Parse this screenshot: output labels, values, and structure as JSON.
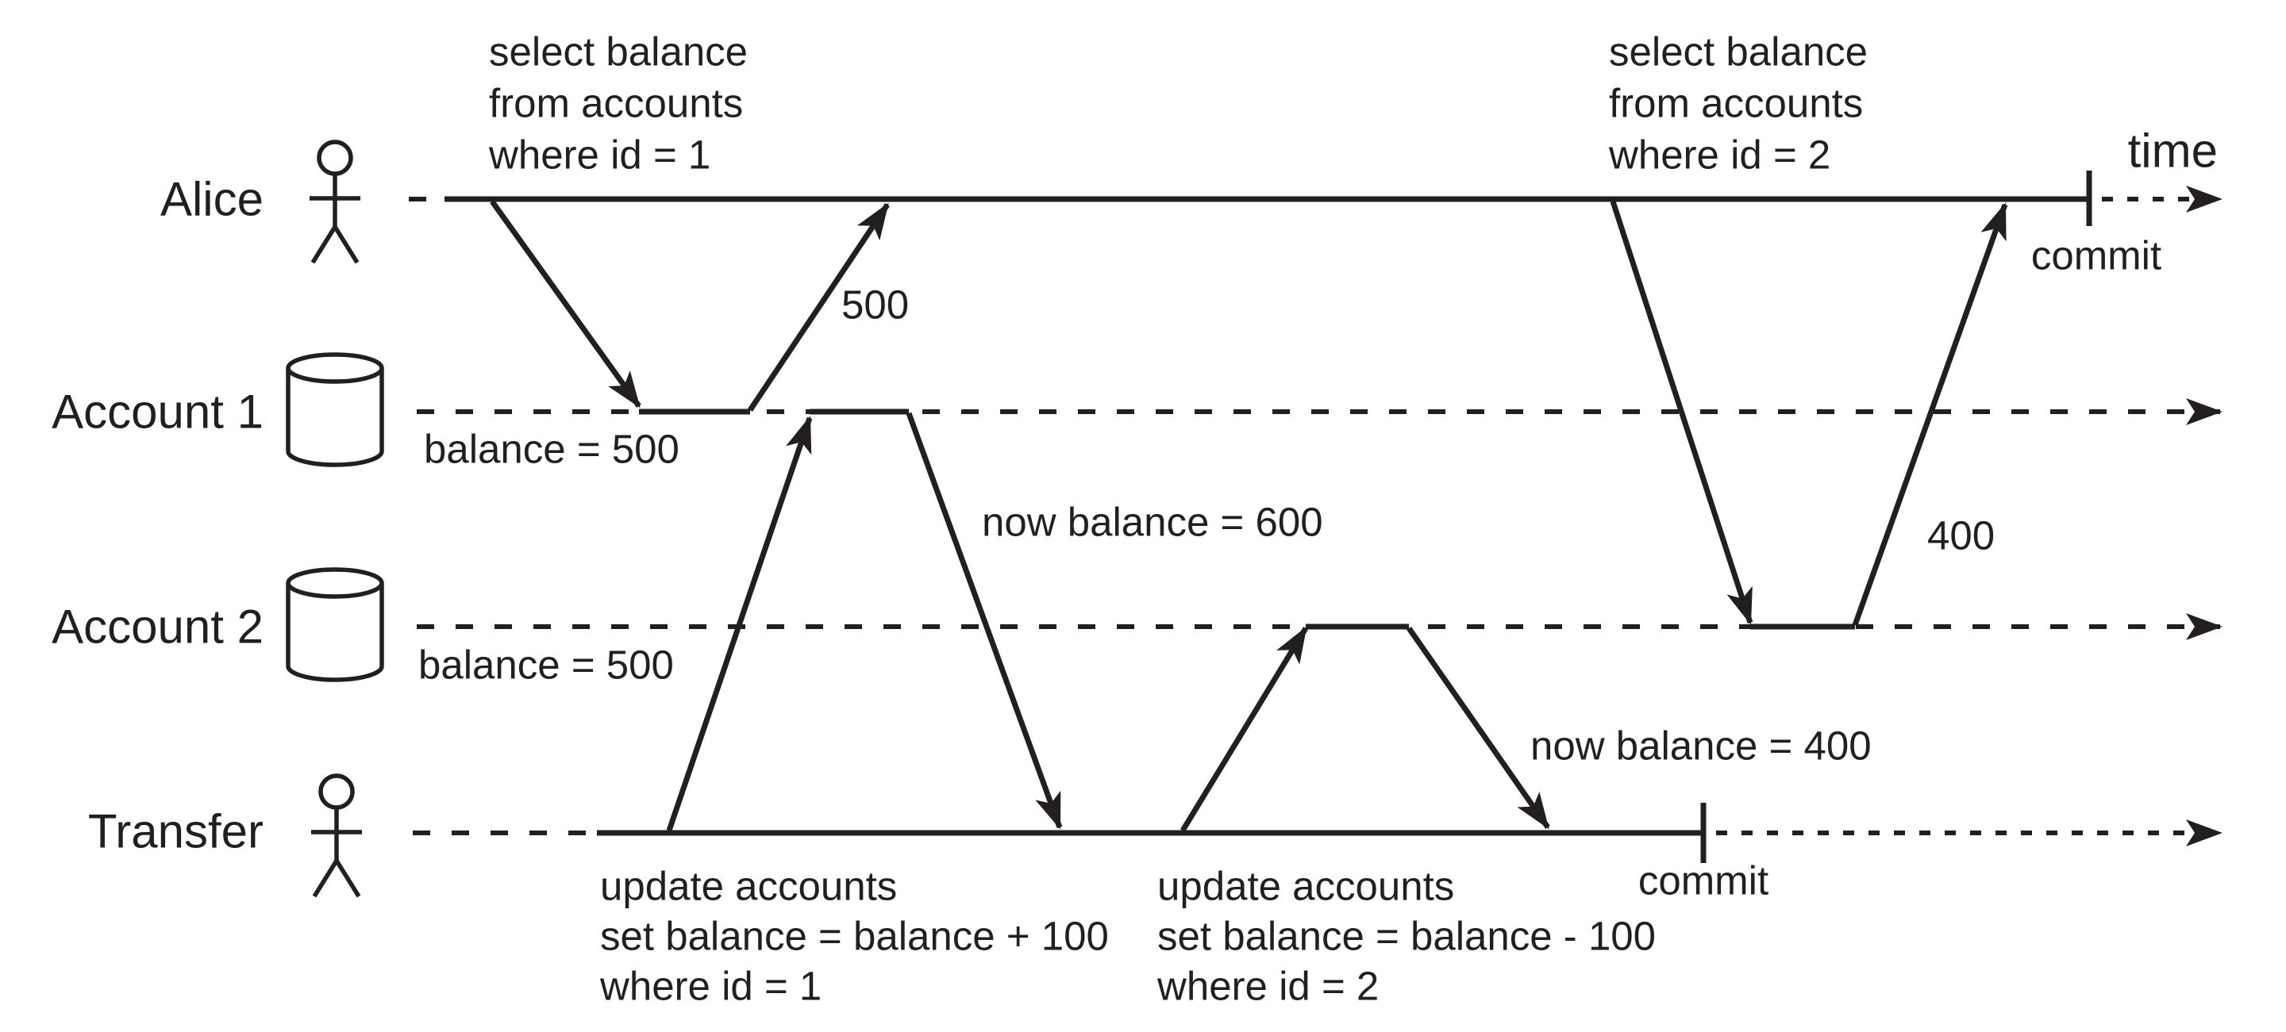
{
  "figure": {
    "colors": {
      "background": "#ffffff",
      "ink": "#231f20"
    },
    "time_label": "time",
    "lanes": {
      "alice": {
        "label": "Alice",
        "icon": "person",
        "commit": "commit"
      },
      "account1": {
        "label": "Account 1",
        "icon": "database",
        "initial": "balance = 500"
      },
      "account2": {
        "label": "Account 2",
        "icon": "database",
        "initial": "balance = 500"
      },
      "transfer": {
        "label": "Transfer",
        "icon": "person",
        "commit": "commit"
      }
    },
    "interactions": {
      "alice_select_1": {
        "query": [
          "select balance",
          "from accounts",
          "where id = 1"
        ],
        "returns": "500"
      },
      "alice_select_2": {
        "query": [
          "select balance",
          "from accounts",
          "where id = 2"
        ],
        "returns": "400"
      },
      "transfer_update_1": {
        "query": [
          "update accounts",
          "set balance = balance + 100",
          "where id = 1"
        ],
        "result": "now balance = 600"
      },
      "transfer_update_2": {
        "query": [
          "update accounts",
          "set balance = balance - 100",
          "where id = 2"
        ],
        "result": "now balance = 400"
      }
    }
  }
}
